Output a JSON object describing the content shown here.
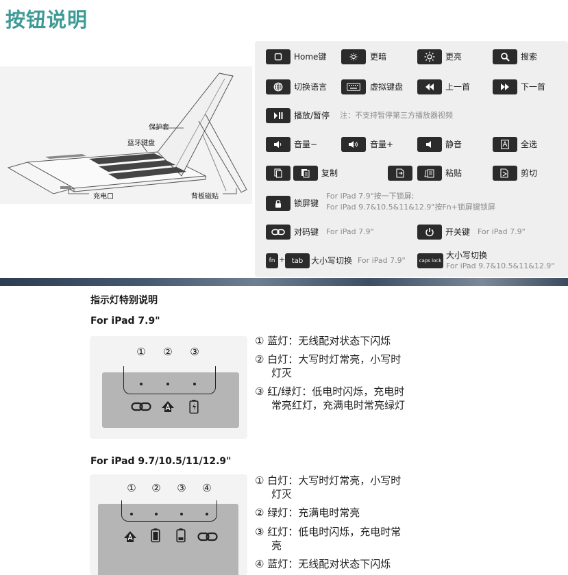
{
  "title": "按钮说明",
  "illustration": {
    "callouts": {
      "case": "保护套",
      "keyboard": "蓝牙键盘",
      "charge_port": "充电口",
      "magnet": "背板磁贴"
    }
  },
  "buttons": {
    "home": "Home键",
    "dimmer": "更暗",
    "brighter": "更亮",
    "search": "搜索",
    "switch_language": "切换语言",
    "virtual_keyboard": "虚拟键盘",
    "prev_track": "上一首",
    "next_track": "下一首",
    "play_pause": "播放/暂停",
    "play_pause_note": "注：不支持暂停第三方播放器视频",
    "volume_down": "音量−",
    "volume_up": "音量+",
    "mute": "静音",
    "select_all": "全选",
    "copy": "复制",
    "paste": "粘贴",
    "cut": "剪切",
    "lock_screen": "锁屏键",
    "lock_note_1": "For iPad 7.9\"按一下锁屏;",
    "lock_note_2": "For iPad 9.7&10.5&11&12.9\"按Fn+锁屏键锁屏",
    "pairing": "对码键",
    "pairing_note": "For iPad 7.9\"",
    "power": "开关键",
    "power_note": "For iPad 7.9\"",
    "fn_key": "fn",
    "plus": "+",
    "tab_key": "tab",
    "case_switch_1": "大小写切换",
    "case_switch_1_note": "For iPad 7.9\"",
    "caps_key": "caps lock",
    "case_switch_2": "大小写切换",
    "case_switch_2_note": "For iPad 9.7&10.5&11&12.9\""
  },
  "indicator": {
    "title": "指示灯特别说明",
    "ipad79": {
      "heading": "For iPad 7.9\"",
      "numbers": [
        "①",
        "②",
        "③"
      ],
      "descriptions": [
        [
          "① 蓝灯：无线配对状态下闪烁"
        ],
        [
          "② 白灯：大写时灯常亮，小写时",
          "灯灭"
        ],
        [
          "③ 红/绿灯：低电时闪烁，充电时",
          "常亮红灯，充满电时常亮绿灯"
        ]
      ]
    },
    "ipad_large": {
      "heading": "For iPad 9.7/10.5/11/12.9\"",
      "numbers": [
        "①",
        "②",
        "③",
        "④"
      ],
      "descriptions": [
        [
          "① 白灯：大写时灯常亮，小写时",
          "灯灭"
        ],
        [
          "② 绿灯：充满电时常亮"
        ],
        [
          "③ 红灯：低电时闪烁，充电时常",
          "亮"
        ],
        [
          "④ 蓝灯：无线配对状态下闪烁"
        ]
      ]
    }
  },
  "colors": {
    "title": "#3d9a95",
    "key_bg": "#2b2b2b",
    "panel_bg": "#efefef",
    "indicator_box": "#b5b5b5"
  }
}
